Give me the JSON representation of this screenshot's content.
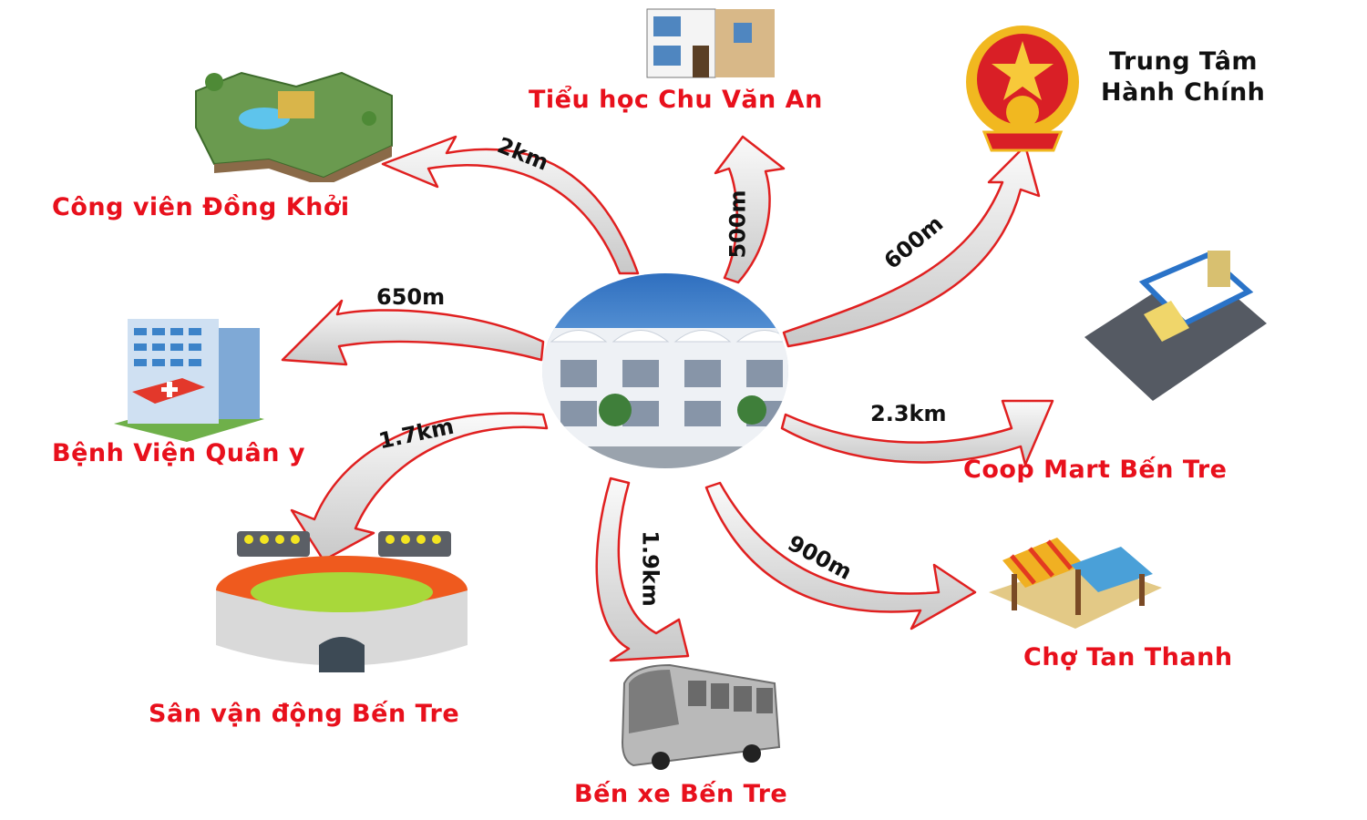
{
  "diagram": {
    "type": "location-connectivity-map",
    "center": {
      "name": "project-townhouses",
      "image": "townhouse-row-illustration"
    },
    "colors": {
      "label_red": "#e8101c",
      "label_black": "#111111",
      "arrow_fill": "#e4e4e4",
      "arrow_outline": "#e02020",
      "sky_blue": "#2f6fbf"
    },
    "destinations": [
      {
        "id": "park",
        "label": "Công viên Đồng Khởi",
        "distance": "2km",
        "icon": "park-icon"
      },
      {
        "id": "school",
        "label": "Tiểu học Chu Văn An",
        "distance": "500m",
        "icon": "school-icon"
      },
      {
        "id": "admin",
        "label": "Trung Tâm\nHành Chính",
        "label_line1": "Trung Tâm",
        "label_line2": "Hành Chính",
        "distance": "600m",
        "icon": "vietnam-emblem-icon"
      },
      {
        "id": "mart",
        "label": "Coop Mart Bến Tre",
        "distance": "2.3km",
        "icon": "supermarket-icon"
      },
      {
        "id": "market",
        "label": "Chợ Tan Thanh",
        "distance": "900m",
        "icon": "market-stall-icon"
      },
      {
        "id": "bus",
        "label": "Bến xe Bến Tre",
        "distance": "1.9km",
        "icon": "bus-icon"
      },
      {
        "id": "stadium",
        "label": "Sân vận động Bến Tre",
        "distance": "1.7km",
        "icon": "stadium-icon"
      },
      {
        "id": "hospital",
        "label": "Bệnh Viện Quân y",
        "distance": "650m",
        "icon": "hospital-icon"
      }
    ]
  }
}
